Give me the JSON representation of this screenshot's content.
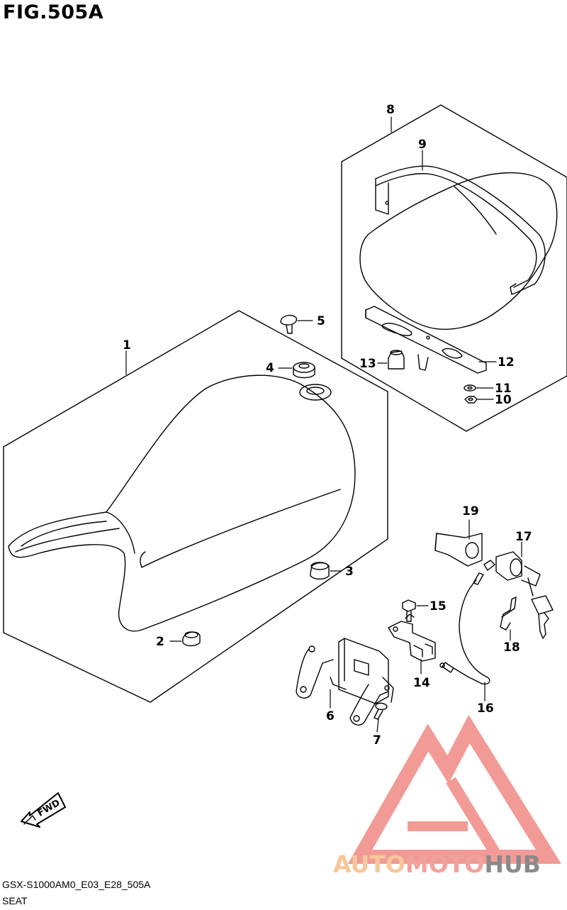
{
  "figure_title": "FIG.505A",
  "fwd_label": "FWD",
  "parts": [
    {
      "n": "1"
    },
    {
      "n": "2"
    },
    {
      "n": "3"
    },
    {
      "n": "4"
    },
    {
      "n": "5"
    },
    {
      "n": "6"
    },
    {
      "n": "7"
    },
    {
      "n": "8"
    },
    {
      "n": "9"
    },
    {
      "n": "10"
    },
    {
      "n": "11"
    },
    {
      "n": "12"
    },
    {
      "n": "13"
    },
    {
      "n": "14"
    },
    {
      "n": "15"
    },
    {
      "n": "16"
    },
    {
      "n": "17"
    },
    {
      "n": "18"
    },
    {
      "n": "19"
    }
  ],
  "model_code": "GSX-S1000AM0_E03_E28_505A",
  "caption": "SEAT",
  "watermark": {
    "part1": "AUTO",
    "part2": "MOTO",
    "part3": "HUB",
    "color_auto": "#f6c79a",
    "color_moto": "#f1a29a",
    "color_hub": "#8a8a8a",
    "logo_color": "#f08a84"
  }
}
